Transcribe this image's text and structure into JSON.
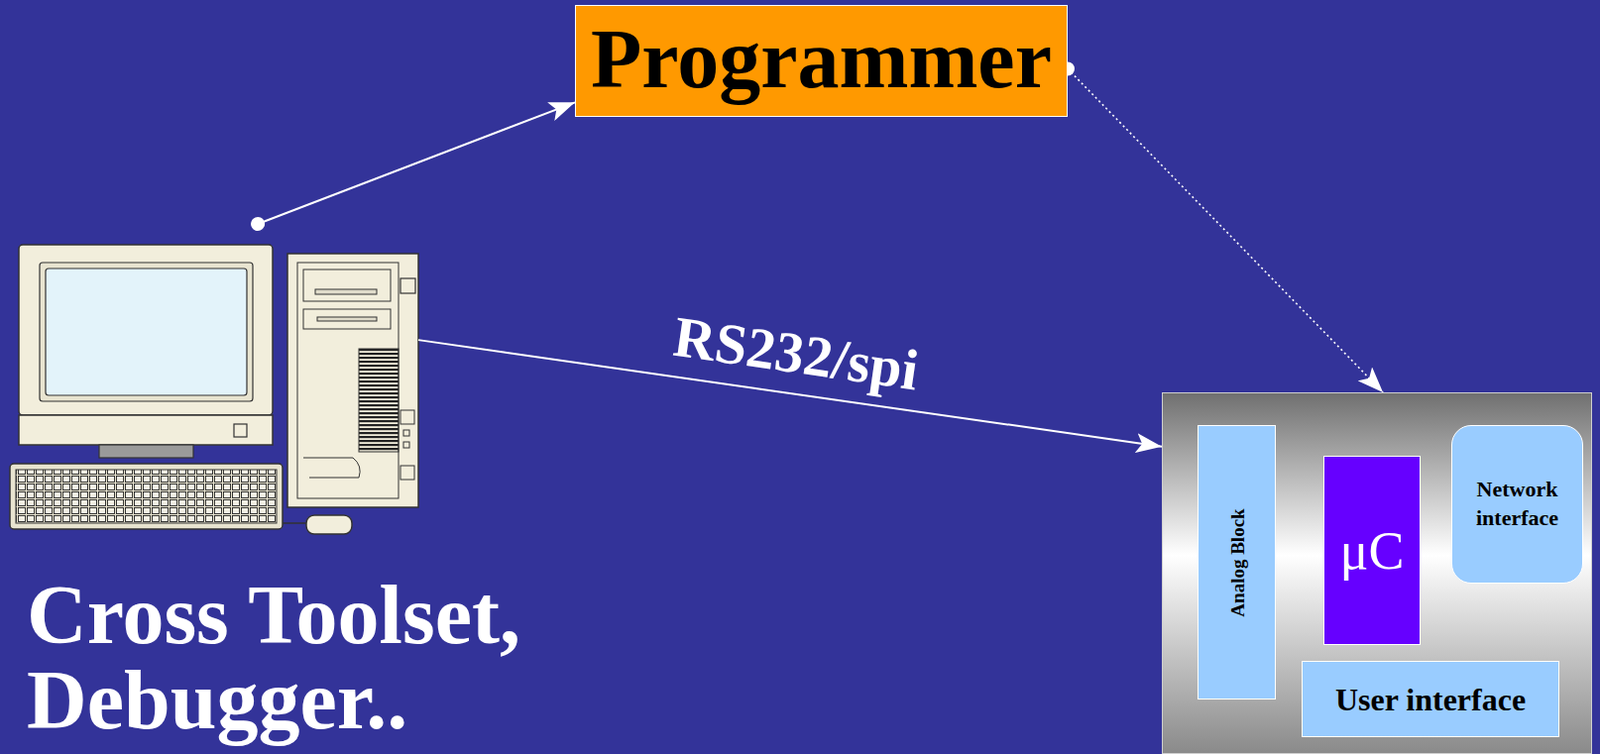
{
  "diagram": {
    "nodes": [
      {
        "text": [
          "Cross Toolset, Debugger.."
        ]
      },
      {
        "text": [
          "Programmer"
        ]
      },
      {
        "text": []
      },
      {
        "text": [
          "Analog Block"
        ],
        "in": 2
      },
      {
        "text": [
          "μC"
        ],
        "in": 2
      },
      {
        "text": [
          "Network interface"
        ],
        "in": 2
      },
      {
        "text": [
          "User interface"
        ],
        "in": 2
      }
    ],
    "edges": [
      {
        "from": 0,
        "to": 1,
        "arrow": "to"
      },
      {
        "from": 1,
        "to": 2,
        "arrow": "to"
      },
      {
        "from": 0,
        "to": 2,
        "label": "RS232/spi",
        "arrow": "to"
      }
    ]
  }
}
